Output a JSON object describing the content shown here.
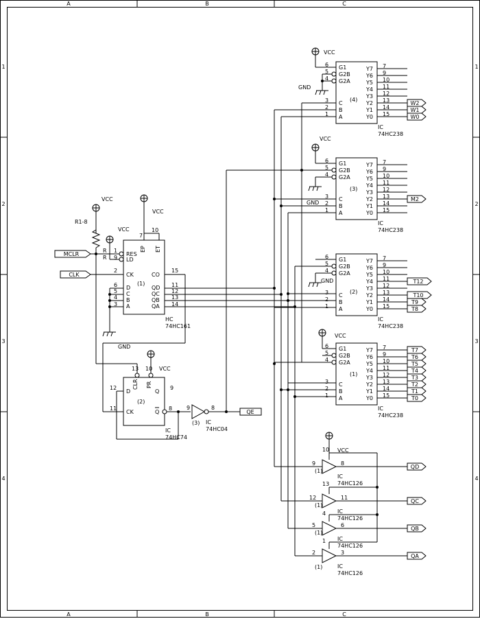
{
  "frame": {
    "cols": [
      "A",
      "B",
      "C"
    ],
    "rows": [
      "1",
      "2",
      "3",
      "4"
    ]
  },
  "power": {
    "vcc": "VCC",
    "gnd": "GND",
    "res": "R1-8",
    "r": "R"
  },
  "ports": {
    "mclr": "MCLR",
    "clk": "CLK",
    "qe": "QE",
    "w2": "W2",
    "w1": "W1",
    "w0": "W0",
    "m2": "M2",
    "t12": "T12",
    "t10": "T10",
    "t9": "T9",
    "t8": "T8",
    "t7": "T7",
    "t6": "T6",
    "t5": "T5",
    "t4": "T4",
    "t3": "T3",
    "t2": "T2",
    "t1": "T1",
    "t0": "T0",
    "qd": "QD",
    "qc": "QC",
    "qb": "QB",
    "qa": "QA"
  },
  "counter": {
    "ic": "HC",
    "part": "74HC161",
    "unit": "(1)",
    "pins": {
      "res": "RES",
      "ld": "LD",
      "ck": "CK",
      "ep": "EP",
      "et": "ET",
      "co": "CO",
      "d": "D",
      "c": "C",
      "b": "B",
      "a": "A",
      "qd": "QD",
      "qc": "QC",
      "qb": "QB",
      "qa": "QA"
    },
    "nums": {
      "p1": "1",
      "p9": "9",
      "p2": "2",
      "p7": "7",
      "p10": "10",
      "p15": "15",
      "p6": "6",
      "p5": "5",
      "p4": "4",
      "p3": "3",
      "p11": "11",
      "p12": "12",
      "p13": "13",
      "p14": "14"
    }
  },
  "ff": {
    "ic": "IC",
    "part": "74HC74",
    "unit": "(2)",
    "pins": {
      "clr": "CLR",
      "pr": "PR",
      "d": "D",
      "q": "Q",
      "ck": "CK",
      "qn": "Q"
    },
    "nums": {
      "p13": "13",
      "p10": "10",
      "p12": "12",
      "p9": "9",
      "p11": "11",
      "p8": "8"
    }
  },
  "inv": {
    "ic": "IC",
    "part": "74HC04",
    "unit": "(3)",
    "nums": {
      "in": "9",
      "out": "8"
    }
  },
  "decoder": {
    "ic": "IC",
    "part": "74HC238",
    "pins": {
      "g1": "G1",
      "g2b": "G2B",
      "g2a": "G2A",
      "c": "C",
      "b": "B",
      "a": "A",
      "y7": "Y7",
      "y6": "Y6",
      "y5": "Y5",
      "y4": "Y4",
      "y3": "Y3",
      "y2": "Y2",
      "y1": "Y1",
      "y0": "Y0"
    },
    "left_nums": [
      "6",
      "5",
      "4",
      "3",
      "2",
      "1"
    ],
    "right_nums": [
      "7",
      "9",
      "10",
      "11",
      "12",
      "13",
      "14",
      "15"
    ],
    "units": [
      "(4)",
      "(3)",
      "(2)",
      "(1)"
    ]
  },
  "buffer": {
    "ic": "IC",
    "part": "74HC126",
    "unit": "(1)",
    "gates": [
      {
        "in": "9",
        "en": "10",
        "out": "8"
      },
      {
        "in": "12",
        "en": "13",
        "out": "11"
      },
      {
        "in": "5",
        "en": "4",
        "out": "6"
      },
      {
        "in": "2",
        "en": "1",
        "out": "3"
      }
    ]
  }
}
